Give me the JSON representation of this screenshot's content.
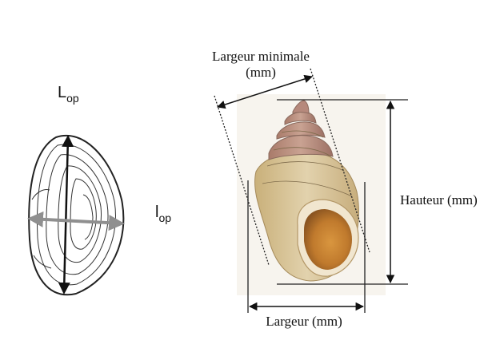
{
  "operculum": {
    "length_symbol": "L",
    "length_subscript": "op",
    "width_symbol": "l",
    "width_subscript": "op",
    "colors": {
      "length_arrow": "#111111",
      "width_arrow": "#8f8f8f",
      "outline": "#222222"
    }
  },
  "shell": {
    "min_width_label_line1": "Largeur minimale",
    "min_width_label_line2": "(mm)",
    "height_label": "Hauteur (mm)",
    "width_label": "Largeur (mm)",
    "colors": {
      "shell_body": "#d8c39a",
      "aperture": "#c98a3b",
      "spire": "#b88a78"
    }
  }
}
